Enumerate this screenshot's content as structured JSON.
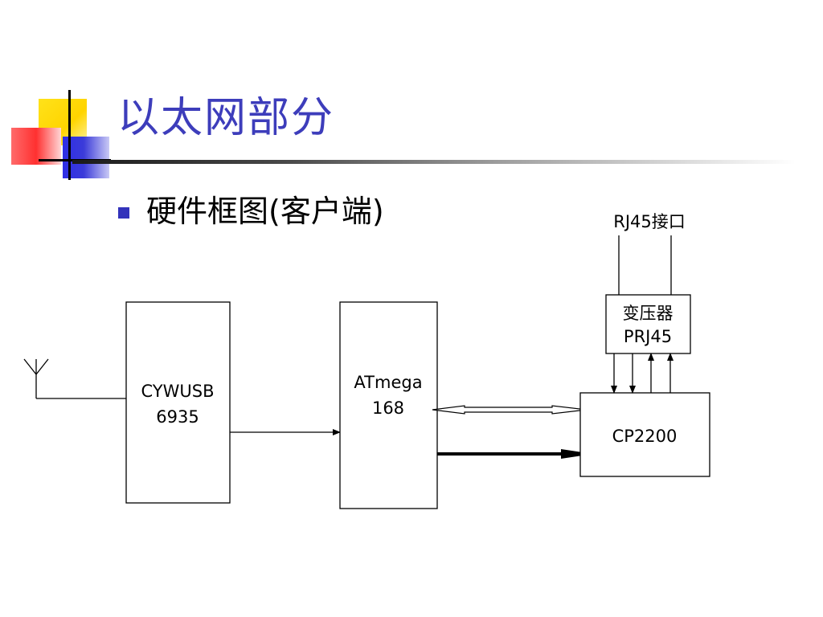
{
  "slide": {
    "title": "以太网部分",
    "bullet": "硬件框图(客户端)"
  },
  "diagram": {
    "rj45_label": "RJ45接口",
    "blocks": {
      "cywusb": [
        "CYWUSB",
        "6935"
      ],
      "atmega": [
        "ATmega",
        "168"
      ],
      "transformer": [
        "变压器",
        "PRJ45"
      ],
      "cp2200": [
        "CP2200"
      ]
    }
  },
  "colors": {
    "title": "#3d3dbb",
    "bullet": "#3333bb",
    "accent_yellow": "#ffd400",
    "accent_red": "#ff3030",
    "accent_blue": "#2e2ee6"
  }
}
